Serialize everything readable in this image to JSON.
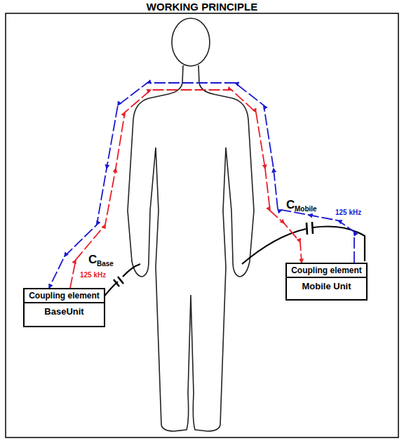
{
  "diagram": {
    "title": "WORKING PRINCIPLE",
    "nodes": [
      {
        "text": [
          "Coupling element",
          "BaseUnit"
        ]
      },
      {
        "text": [
          "Coupling element",
          "Mobile Unit"
        ]
      }
    ],
    "edges": [
      {
        "from": 0,
        "to": 1,
        "arrow": "to"
      },
      {
        "from": 1,
        "to": 0,
        "arrow": "to"
      }
    ],
    "labels": [
      "C",
      "Base",
      "125 kHz",
      "C",
      "Mobile",
      "125 kHz"
    ]
  }
}
